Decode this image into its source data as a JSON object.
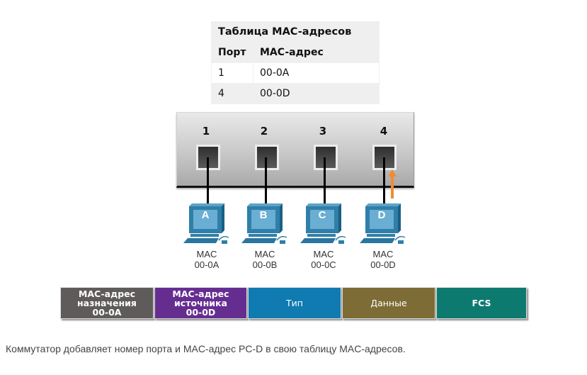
{
  "mac_table": {
    "title": "Таблица MAC-адресов",
    "headers": [
      "Порт",
      "MAC-адрес"
    ],
    "rows": [
      {
        "port": "1",
        "mac": "00-0A"
      },
      {
        "port": "4",
        "mac": "00-0D"
      }
    ]
  },
  "switch": {
    "ports": [
      "1",
      "2",
      "3",
      "4"
    ],
    "active_port": "4",
    "arrow_color": "#f28b30"
  },
  "hosts": [
    {
      "letter": "A",
      "mac_label": "MAC",
      "mac": "00-0A"
    },
    {
      "letter": "B",
      "mac_label": "MAC",
      "mac": "00-0B"
    },
    {
      "letter": "C",
      "mac_label": "MAC",
      "mac": "00-0C"
    },
    {
      "letter": "D",
      "mac_label": "MAC",
      "mac": "00-0D"
    }
  ],
  "frame": [
    {
      "line1": "MAC-адрес",
      "line2": "назначения",
      "line3": "00-0A",
      "color": "#5f5b5b"
    },
    {
      "line1": "MAC-адрес",
      "line2": "источника",
      "line3": "00-0D",
      "color": "#662d91"
    },
    {
      "line1": "Тип",
      "color": "#0f7bb0"
    },
    {
      "line1": "Данные",
      "color": "#7d6c35"
    },
    {
      "line1": "FCS",
      "color": "#0d7a70"
    }
  ],
  "caption": "Коммутатор добавляет номер порта и MAC-адрес PC-D в свою таблицу MAC-адресов."
}
